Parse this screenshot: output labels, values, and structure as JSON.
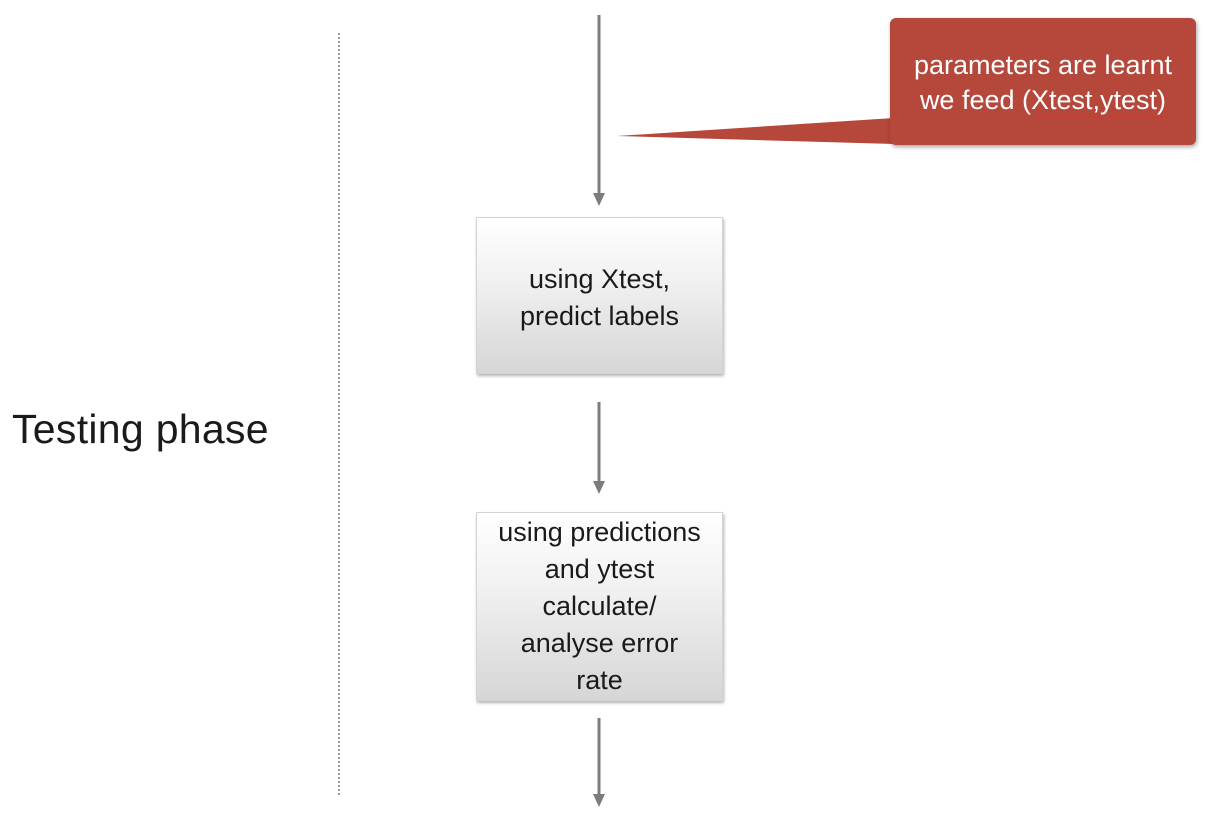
{
  "phase_label": "Testing phase",
  "callout": {
    "text": "parameters are learnt\nwe feed (Xtest,ytest)",
    "fill_color": "#b5473b"
  },
  "steps": [
    {
      "text": "using Xtest,\npredict labels"
    },
    {
      "text": "using predictions\nand ytest\ncalculate/\nanalyse error\nrate"
    }
  ],
  "colors": {
    "arrow": "#7c7c7c",
    "divider": "#9a9a9a",
    "text": "#1a1a1a"
  }
}
